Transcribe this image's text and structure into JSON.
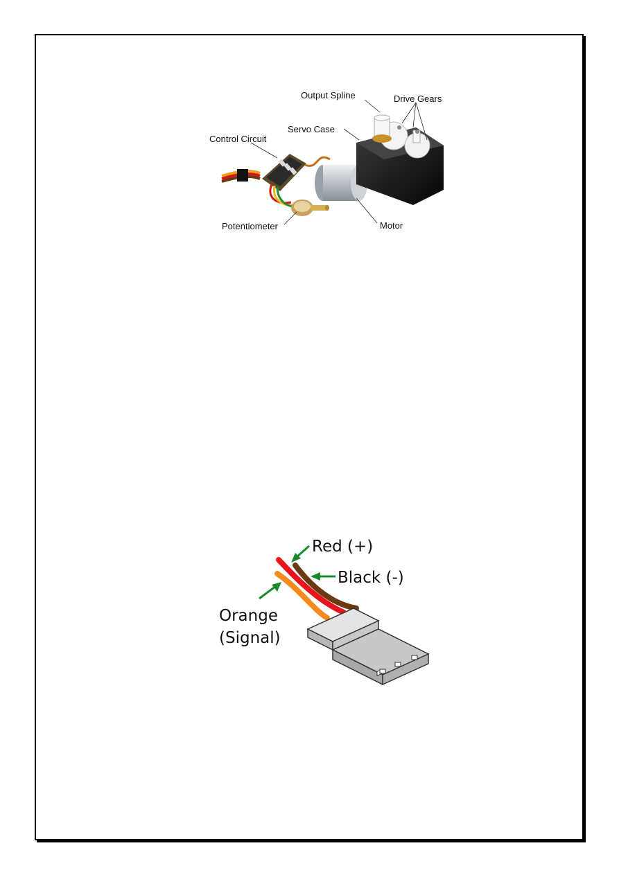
{
  "servo_figure": {
    "labels": {
      "output_spline": "Output Spline",
      "drive_gears": "Drive Gears",
      "servo_case": "Servo Case",
      "control_circuit": "Control Circuit",
      "potentiometer": "Potentiometer",
      "motor": "Motor"
    }
  },
  "wire_figure": {
    "labels": {
      "red": "Red (+)",
      "black": "Black (-)",
      "orange": "Orange",
      "signal": "(Signal)"
    },
    "colors": {
      "red_wire": "#e8141a",
      "black_wire": "#6b3a12",
      "orange_wire": "#f58a1f",
      "arrow": "#1a8a2a",
      "connector": "#c8c8c8"
    }
  }
}
